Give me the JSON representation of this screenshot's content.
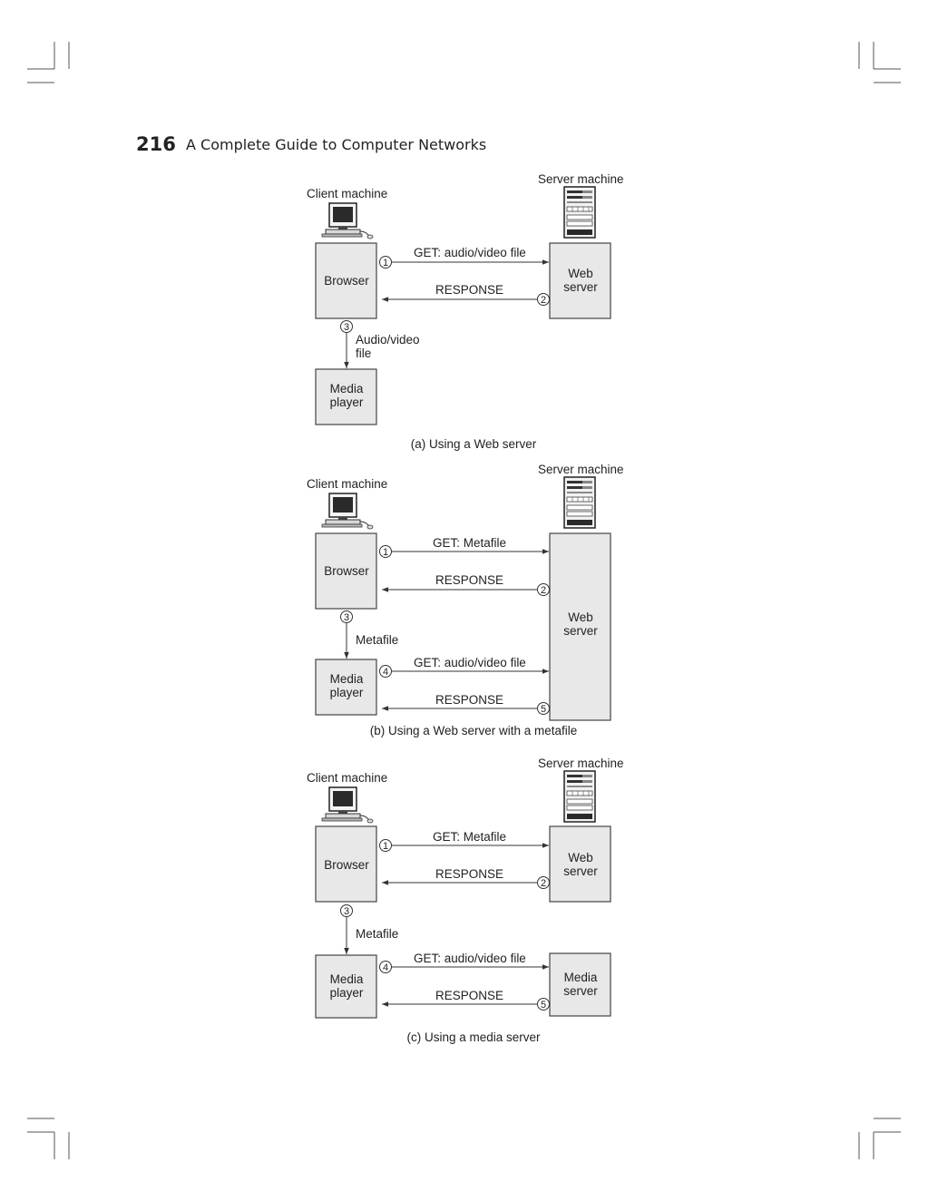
{
  "header": {
    "page_number": "216",
    "book_title": "A Complete Guide to Computer Networks"
  },
  "diagrams": [
    {
      "id": "a",
      "client_label": "Client machine",
      "server_label": "Server machine",
      "browser_label": [
        "Browser"
      ],
      "web_server_label": [
        "Web",
        "server"
      ],
      "media_player_label": [
        "Media",
        "player"
      ],
      "messages": [
        {
          "step": "1",
          "label": "GET: audio/video file"
        },
        {
          "step": "2",
          "label": "RESPONSE"
        }
      ],
      "handoff": {
        "step": "3",
        "label": [
          "Audio/video",
          "file"
        ]
      },
      "caption": "(a) Using a Web server"
    },
    {
      "id": "b",
      "client_label": "Client machine",
      "server_label": "Server machine",
      "browser_label": [
        "Browser"
      ],
      "web_server_label": [
        "Web",
        "server"
      ],
      "media_player_label": [
        "Media",
        "player"
      ],
      "messages": [
        {
          "step": "1",
          "label": "GET: Metafile"
        },
        {
          "step": "2",
          "label": "RESPONSE"
        },
        {
          "step": "4",
          "label": "GET: audio/video file"
        },
        {
          "step": "5",
          "label": "RESPONSE"
        }
      ],
      "handoff": {
        "step": "3",
        "label": [
          "Metafile"
        ]
      },
      "caption": "(b) Using a Web server with a metafile"
    },
    {
      "id": "c",
      "client_label": "Client machine",
      "server_label": "Server machine",
      "browser_label": [
        "Browser"
      ],
      "web_server_label": [
        "Web",
        "server"
      ],
      "media_player_label": [
        "Media",
        "player"
      ],
      "media_server_label": [
        "Media",
        "server"
      ],
      "messages": [
        {
          "step": "1",
          "label": "GET: Metafile"
        },
        {
          "step": "2",
          "label": "RESPONSE"
        },
        {
          "step": "4",
          "label": "GET: audio/video file"
        },
        {
          "step": "5",
          "label": "RESPONSE"
        }
      ],
      "handoff": {
        "step": "3",
        "label": [
          "Metafile"
        ]
      },
      "caption": "(c) Using a media server"
    }
  ],
  "icons": {
    "client": "desktop-computer-icon",
    "server": "server-rack-icon"
  }
}
